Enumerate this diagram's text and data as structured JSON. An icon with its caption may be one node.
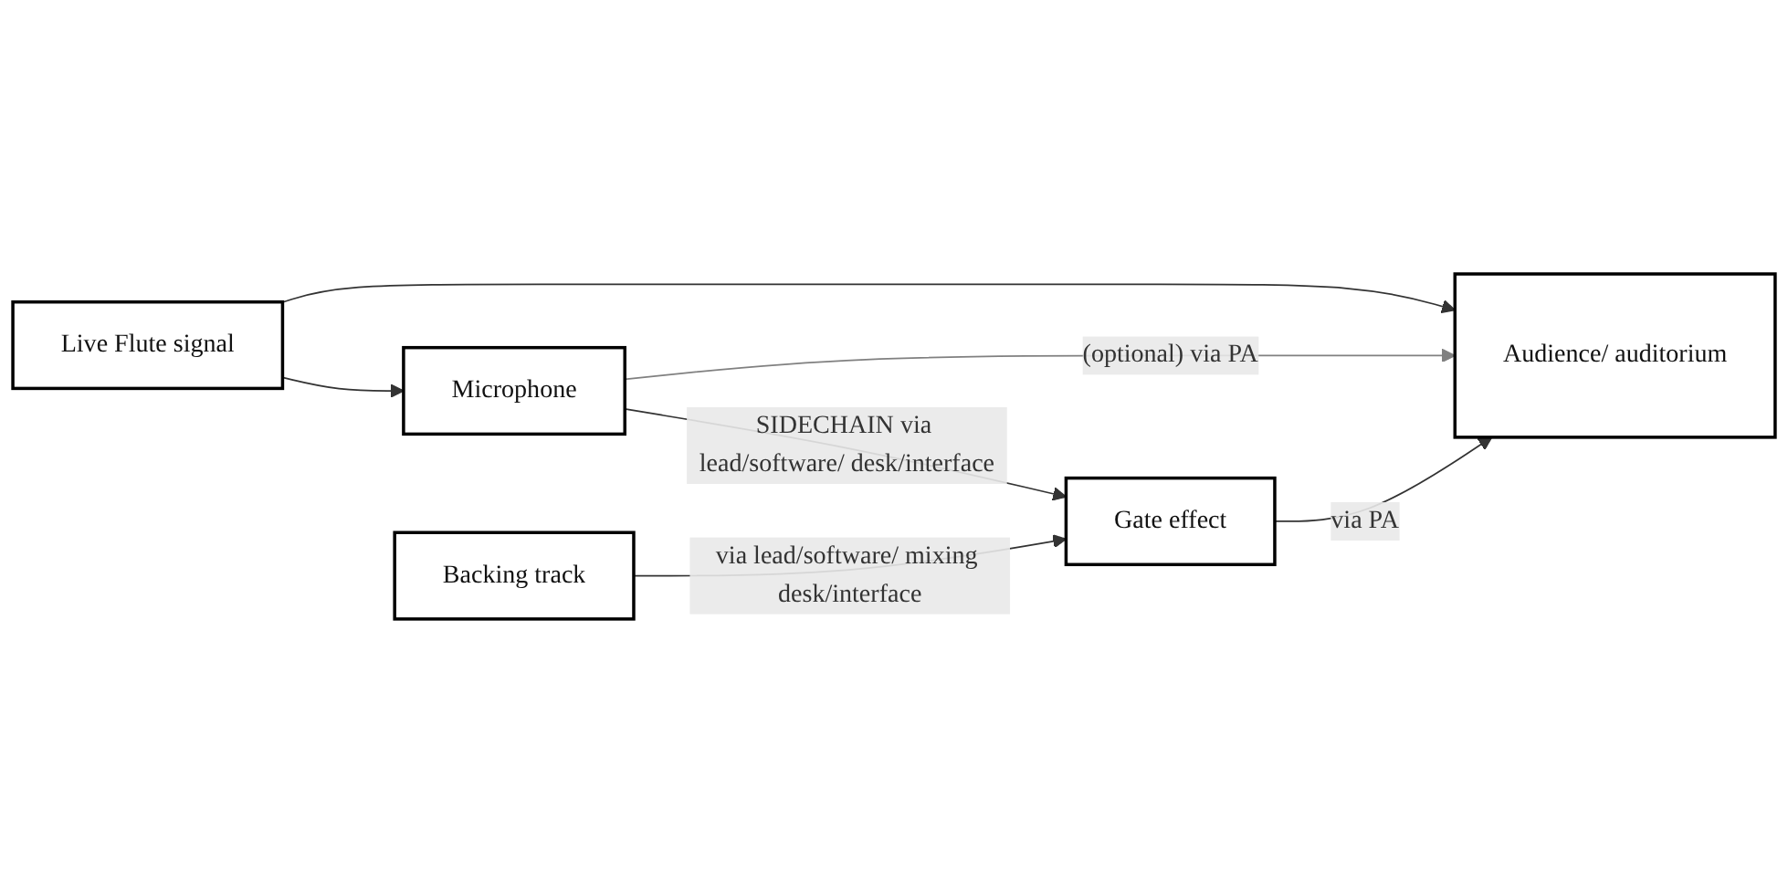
{
  "diagram": {
    "nodes": [
      {
        "text": [
          "Live Flute signal"
        ]
      },
      {
        "text": [
          "Microphone"
        ]
      },
      {
        "text": [
          "Audience/ auditorium"
        ]
      },
      {
        "text": [
          "Backing track"
        ]
      },
      {
        "text": [
          "Gate effect"
        ]
      }
    ],
    "edges": [
      {
        "from": 0,
        "to": 2,
        "arrow": "to"
      },
      {
        "from": 0,
        "to": 1,
        "arrow": "to"
      },
      {
        "from": 1,
        "to": 2,
        "arrow": "to",
        "label": "(optional) via PA",
        "color": "#808080"
      },
      {
        "from": 1,
        "to": 4,
        "arrow": "to",
        "label": "SIDECHAIN via lead/software/ desk/interface"
      },
      {
        "from": 3,
        "to": 4,
        "arrow": "to",
        "label": "via lead/software/ mixing desk/interface"
      },
      {
        "from": 4,
        "to": 2,
        "arrow": "to",
        "label": "via PA"
      }
    ]
  }
}
